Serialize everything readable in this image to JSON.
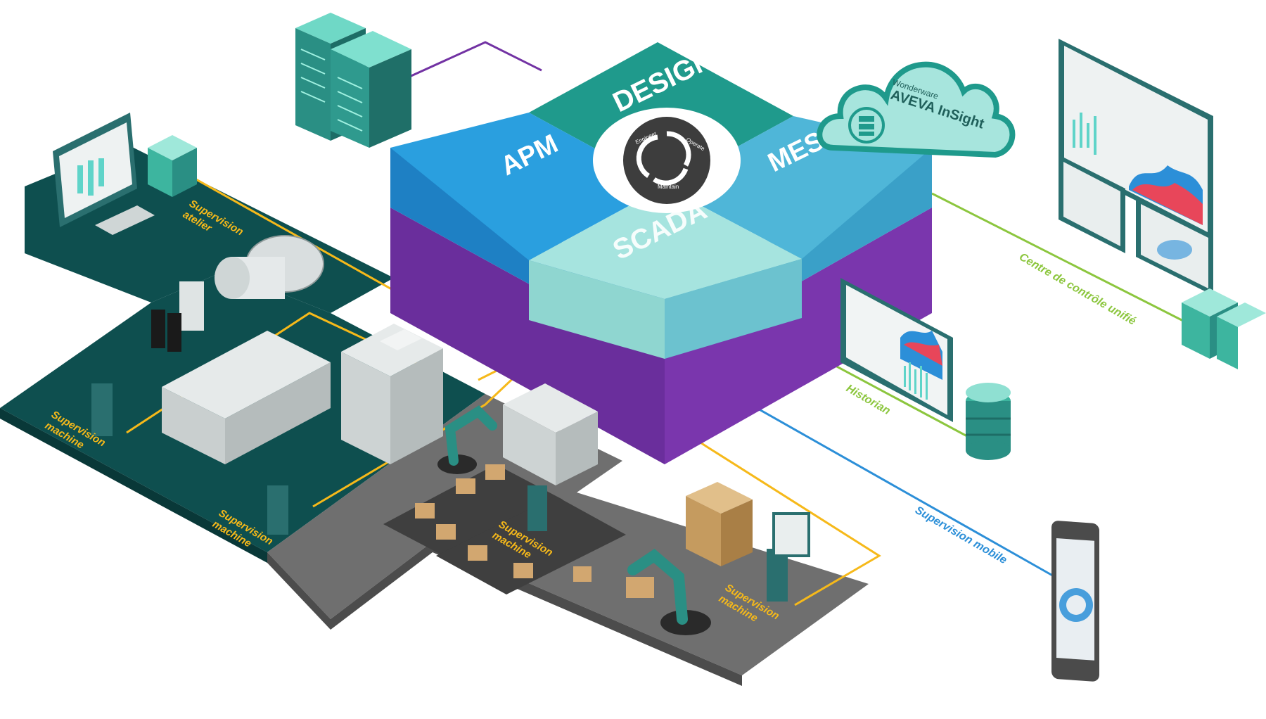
{
  "cube": {
    "design": "DESIGN",
    "apm": "APM",
    "mes": "MES",
    "scada": "SCADA",
    "wheel": {
      "engineer": "Engineer",
      "operate": "Operate",
      "maintain": "Maintain"
    }
  },
  "cloud": {
    "brand": "Wonderware",
    "product": "AVEVA InSight"
  },
  "labels": {
    "supervision_atelier_1": "Supervision",
    "supervision_atelier_2": "atelier",
    "supervision_machine_a1": "Supervision",
    "supervision_machine_a2": "machine",
    "supervision_machine_b1": "Supervision",
    "supervision_machine_b2": "machine",
    "supervision_machine_c1": "Supervision",
    "supervision_machine_c2": "machine",
    "supervision_machine_d1": "Supervision",
    "supervision_machine_d2": "machine",
    "historian": "Historian",
    "centre_controle": "Centre de contrôle unifié",
    "supervision_mobile": "Supervision mobile"
  },
  "colors": {
    "design": "#1f9a8c",
    "apm": "#2a9fdf",
    "mes": "#4fb6d8",
    "scada": "#a6e4df",
    "cube_base": "#7232a3",
    "floor_dark": "#0e4f4f",
    "floor_gray": "#6f6f6f",
    "line_yellow": "#f6b91a",
    "line_purple": "#7232a3",
    "line_green": "#8cc63e",
    "line_blue": "#2c8fd8"
  }
}
